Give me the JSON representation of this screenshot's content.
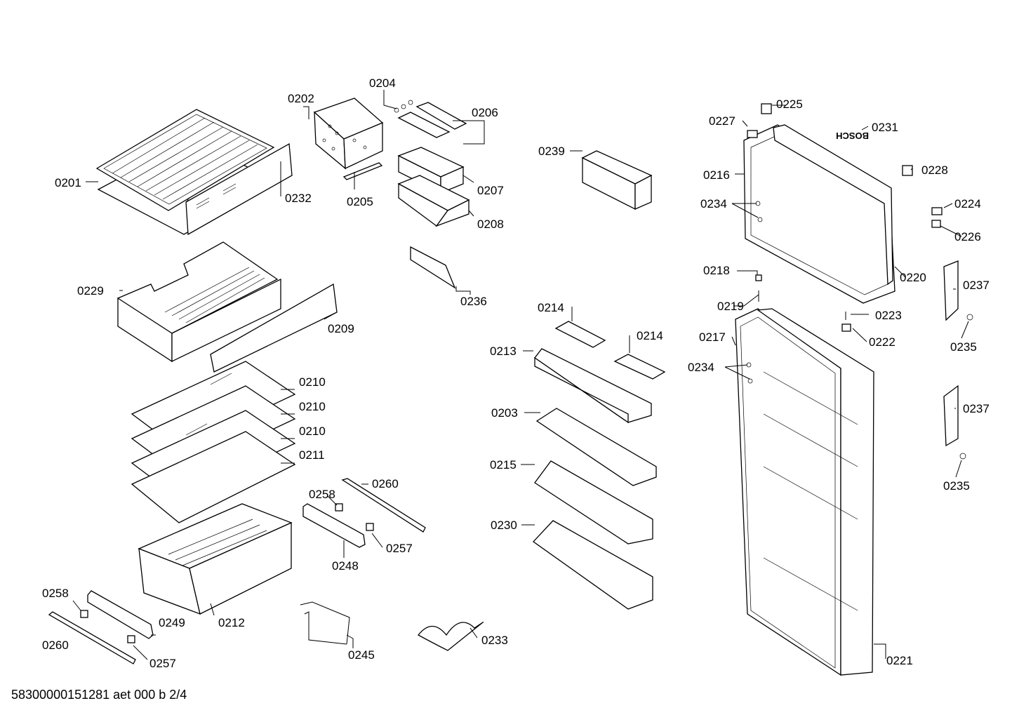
{
  "parts": [
    {
      "id": "p0201",
      "label": "0201"
    },
    {
      "id": "p0202",
      "label": "0202"
    },
    {
      "id": "p0203",
      "label": "0203"
    },
    {
      "id": "p0204",
      "label": "0204"
    },
    {
      "id": "p0205",
      "label": "0205"
    },
    {
      "id": "p0206",
      "label": "0206"
    },
    {
      "id": "p0207",
      "label": "0207"
    },
    {
      "id": "p0208",
      "label": "0208"
    },
    {
      "id": "p0209",
      "label": "0209"
    },
    {
      "id": "p0210a",
      "label": "0210"
    },
    {
      "id": "p0210b",
      "label": "0210"
    },
    {
      "id": "p0210c",
      "label": "0210"
    },
    {
      "id": "p0211",
      "label": "0211"
    },
    {
      "id": "p0212",
      "label": "0212"
    },
    {
      "id": "p0213",
      "label": "0213"
    },
    {
      "id": "p0214a",
      "label": "0214"
    },
    {
      "id": "p0214b",
      "label": "0214"
    },
    {
      "id": "p0215",
      "label": "0215"
    },
    {
      "id": "p0216",
      "label": "0216"
    },
    {
      "id": "p0217",
      "label": "0217"
    },
    {
      "id": "p0218",
      "label": "0218"
    },
    {
      "id": "p0219",
      "label": "0219"
    },
    {
      "id": "p0220",
      "label": "0220"
    },
    {
      "id": "p0221",
      "label": "0221"
    },
    {
      "id": "p0222",
      "label": "0222"
    },
    {
      "id": "p0223",
      "label": "0223"
    },
    {
      "id": "p0224",
      "label": "0224"
    },
    {
      "id": "p0225",
      "label": "0225"
    },
    {
      "id": "p0226",
      "label": "0226"
    },
    {
      "id": "p0227",
      "label": "0227"
    },
    {
      "id": "p0229",
      "label": "0229"
    },
    {
      "id": "p0228",
      "label": "0228"
    },
    {
      "id": "p0230",
      "label": "0230"
    },
    {
      "id": "p0231",
      "label": "0231"
    },
    {
      "id": "p0232",
      "label": "0232"
    },
    {
      "id": "p0233",
      "label": "0233"
    },
    {
      "id": "p0234a",
      "label": "0234"
    },
    {
      "id": "p0234b",
      "label": "0234"
    },
    {
      "id": "p0235a",
      "label": "0235"
    },
    {
      "id": "p0235b",
      "label": "0235"
    },
    {
      "id": "p0236",
      "label": "0236"
    },
    {
      "id": "p0237a",
      "label": "0237"
    },
    {
      "id": "p0237b",
      "label": "0237"
    },
    {
      "id": "p0239",
      "label": "0239"
    },
    {
      "id": "p0245",
      "label": "0245"
    },
    {
      "id": "p0248",
      "label": "0248"
    },
    {
      "id": "p0249",
      "label": "0249"
    },
    {
      "id": "p0257a",
      "label": "0257"
    },
    {
      "id": "p0257b",
      "label": "0257"
    },
    {
      "id": "p0258a",
      "label": "0258"
    },
    {
      "id": "p0258b",
      "label": "0258"
    },
    {
      "id": "p0260a",
      "label": "0260"
    },
    {
      "id": "p0260b",
      "label": "0260"
    }
  ],
  "door_brand": "BOSCH",
  "footer": "58300000151281 aet 000 b 2/4"
}
